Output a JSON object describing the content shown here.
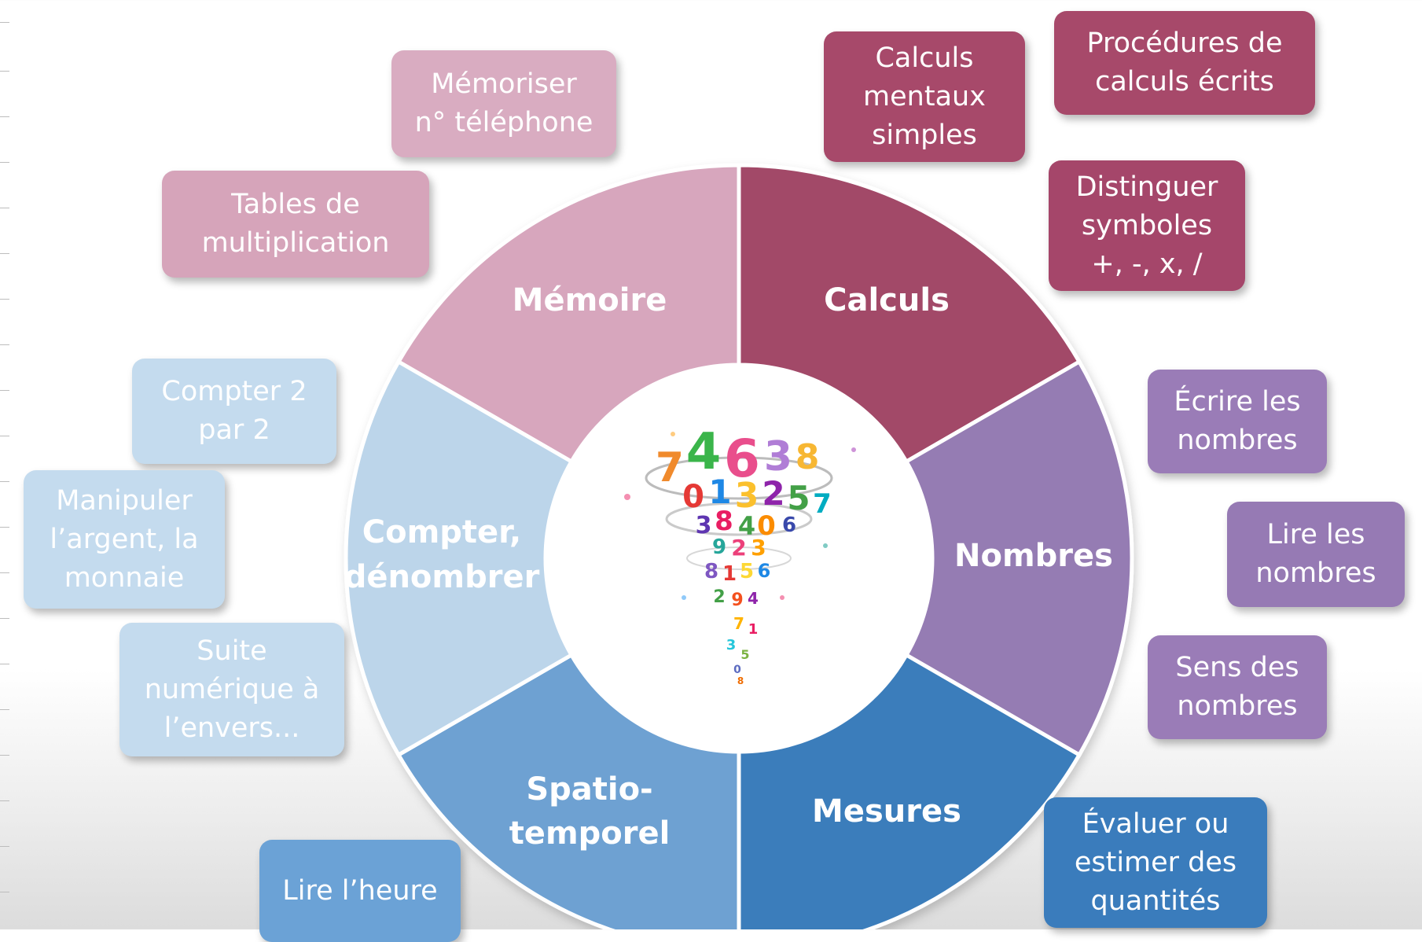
{
  "colors": {
    "memoire": "#d7a6bd",
    "calculs": "#a24868",
    "nombres": "#957bb3",
    "mesures": "#3b7dbb",
    "spatio": "#6ea1d2",
    "compter": "#bcd5ea"
  },
  "center_image": {
    "icon": "number-tornado-icon"
  },
  "segments": {
    "memoire": "Mémoire",
    "calculs": "Calculs",
    "nombres": "Nombres",
    "mesures": "Mesures",
    "spatio": "Spatio-\ntemporel",
    "compter": "Compter,\ndénombrer"
  },
  "boxes": {
    "memoriser": "Mémoriser\nn° téléphone",
    "tables": "Tables de\nmultiplication",
    "calculs_mentaux": "Calculs\nmentaux\nsimples",
    "procedures": "Procédures de\ncalculs écrits",
    "distinguer": "Distinguer\nsymboles\n+, -, x, /",
    "ecrire": "Écrire les\nnombres",
    "lire_nombres": "Lire les\nnombres",
    "sens": "Sens des\nnombres",
    "evaluer": "Évaluer ou\nestimer des\nquantités",
    "lire_heure": "Lire l’heure",
    "compter2": "Compter 2\npar 2",
    "manipuler": "Manipuler\nl’argent, la\nmonnaie",
    "suite": "Suite\nnumérique à\nl’envers..."
  }
}
